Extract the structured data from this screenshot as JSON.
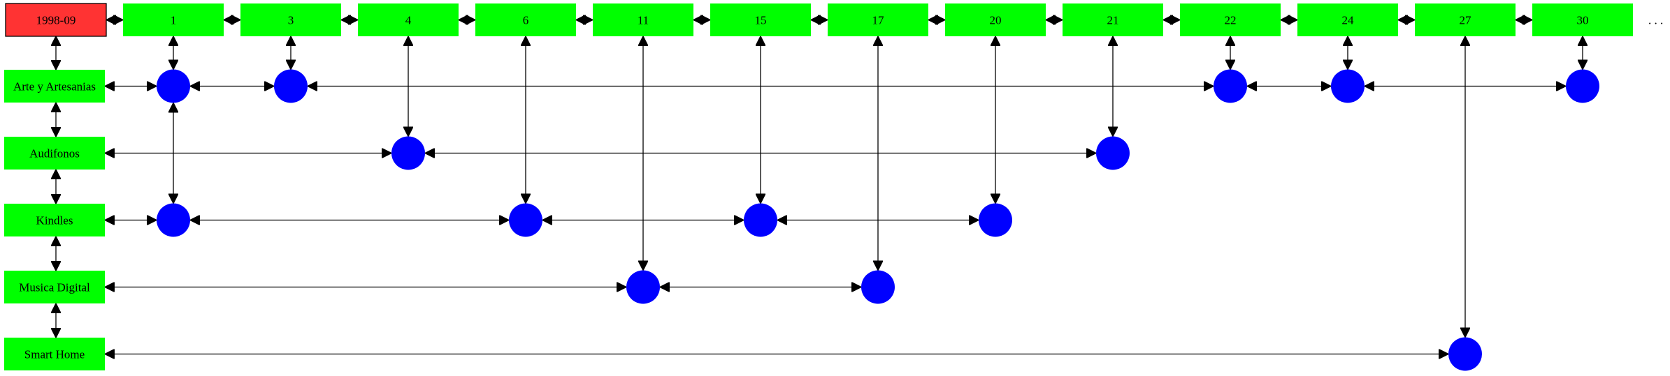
{
  "colors": {
    "header": "#ff3333",
    "column": "#00ff00",
    "row": "#00ff00",
    "node": "#0000ff",
    "edge": "#000000"
  },
  "header_label": "1998-09",
  "columns": [
    "1",
    "3",
    "4",
    "6",
    "11",
    "15",
    "17",
    "20",
    "21",
    "22",
    "24",
    "27",
    "30"
  ],
  "rows": [
    "Arte y Artesanias",
    "Audifonos",
    "Kindles",
    "Musica Digital",
    "Smart Home"
  ],
  "nodes": [
    {
      "row": 0,
      "col": 0
    },
    {
      "row": 0,
      "col": 1
    },
    {
      "row": 0,
      "col": 9
    },
    {
      "row": 0,
      "col": 10
    },
    {
      "row": 0,
      "col": 12
    },
    {
      "row": 1,
      "col": 2
    },
    {
      "row": 1,
      "col": 8
    },
    {
      "row": 2,
      "col": 0
    },
    {
      "row": 2,
      "col": 3
    },
    {
      "row": 2,
      "col": 5
    },
    {
      "row": 2,
      "col": 7
    },
    {
      "row": 3,
      "col": 4
    },
    {
      "row": 3,
      "col": 6
    },
    {
      "row": 4,
      "col": 11
    }
  ],
  "ellipsis": ". . ."
}
